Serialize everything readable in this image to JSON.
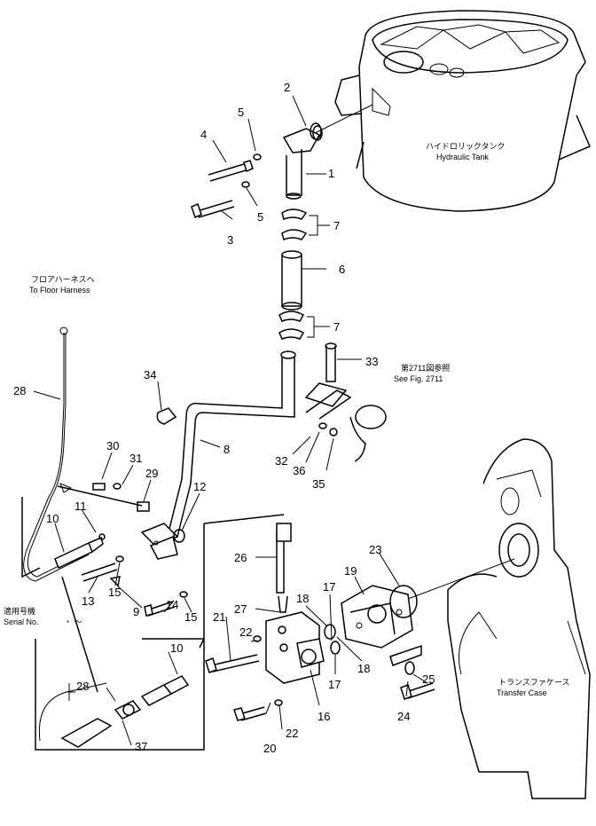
{
  "callouts": {
    "hydraulic_tank": {
      "jp": "ハイドロリックタンク",
      "en": "Hydraulic  Tank"
    },
    "floor_harness": {
      "jp": "フロアハーネスへ",
      "en": "To  Floor  Harness"
    },
    "see_fig": {
      "jp": "第2711図参照",
      "en": "See Fig. 2711"
    },
    "serial_no": {
      "jp": "適用号機",
      "en": "Serial No.",
      "suffix": "・ ～"
    },
    "transfer_case": {
      "jp": "トランスファケース",
      "en": "Transfer  Case"
    }
  },
  "part_numbers": [
    "1",
    "2",
    "3",
    "4",
    "5",
    "5",
    "6",
    "7",
    "7",
    "8",
    "9",
    "10",
    "10",
    "11",
    "12",
    "13",
    "14",
    "15",
    "15",
    "16",
    "17",
    "17",
    "18",
    "18",
    "19",
    "20",
    "21",
    "22",
    "22",
    "23",
    "24",
    "25",
    "26",
    "27",
    "28",
    "28",
    "29",
    "30",
    "31",
    "32",
    "33",
    "34",
    "35",
    "36",
    "37"
  ]
}
